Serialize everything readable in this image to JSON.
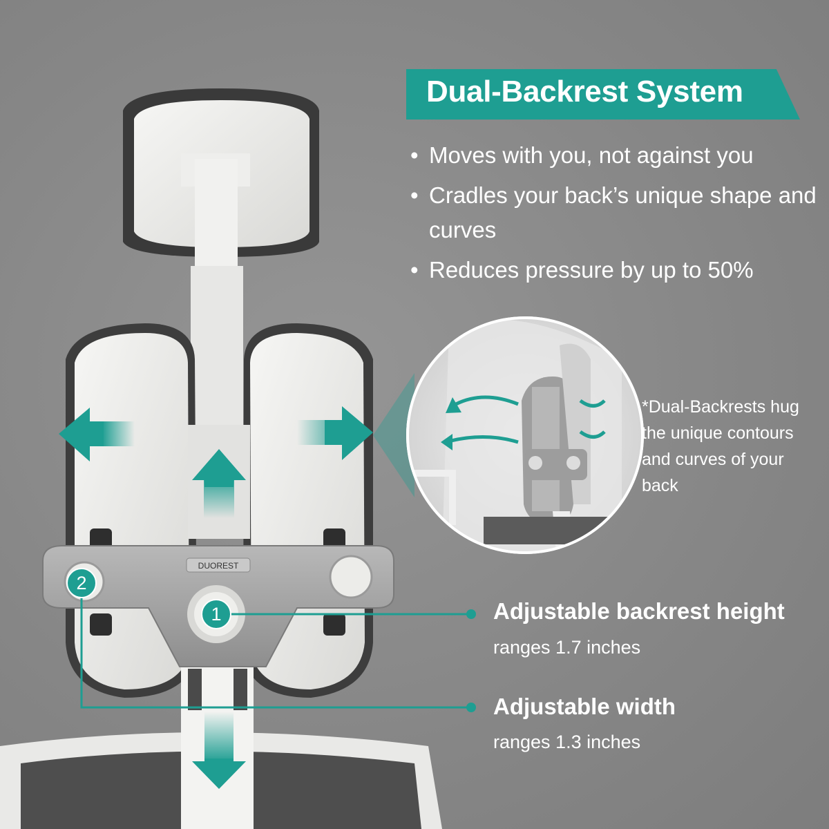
{
  "banner": {
    "title": "Dual-Backrest System",
    "color": "#1e9e92"
  },
  "bullets": [
    {
      "text": "Moves with you, not against you"
    },
    {
      "text": "Cradles your back’s unique shape and curves"
    },
    {
      "text": "Reduces pressure by up to 50%"
    }
  ],
  "inset_note": "*Dual-Backrests hug the unique contours and curves of your back",
  "brand_label": "DUOREST",
  "features": [
    {
      "badge": "1",
      "title": "Adjustable backrest height",
      "subtitle": "ranges 1.7 inches"
    },
    {
      "badge": "2",
      "title": "Adjustable width",
      "subtitle": "ranges 1.3 inches"
    }
  ],
  "icons": [
    "arrow-left-icon",
    "arrow-right-icon",
    "arrow-up-icon",
    "arrow-down-icon",
    "bullet-dot-icon"
  ]
}
